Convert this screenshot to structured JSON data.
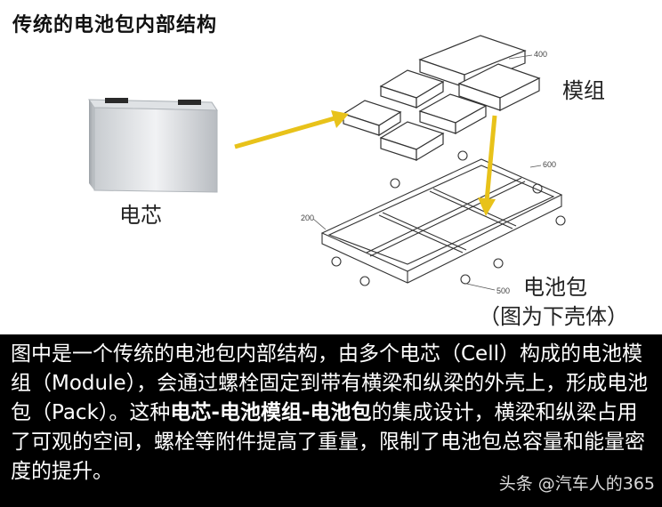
{
  "title": "传统的电池包内部结构",
  "labels": {
    "cell": "电芯",
    "module": "模组",
    "pack_line1": "电池包",
    "pack_line2": "（图为下壳体）",
    "ref_400": "400",
    "ref_600": "600",
    "ref_200": "200",
    "ref_500": "500"
  },
  "caption": {
    "part1": "图中是一个传统的电池包内部结构，由多个电芯（Cell）构成的电池模组（Module），会通过螺栓固定到带有横梁和纵梁的外壳上，形成电池包（Pack）。这种",
    "bold": "电芯-电池模组-电池包",
    "part2": "的集成设计，横梁和纵梁占用了可观的空间，螺栓等附件提高了重量，限制了电池包总容量和能量密度的提升。"
  },
  "watermark": "头条 @汽车人的365",
  "colors": {
    "arrow": "#e8c21a",
    "caption_bg": "#000000",
    "caption_text": "#ffffff"
  }
}
